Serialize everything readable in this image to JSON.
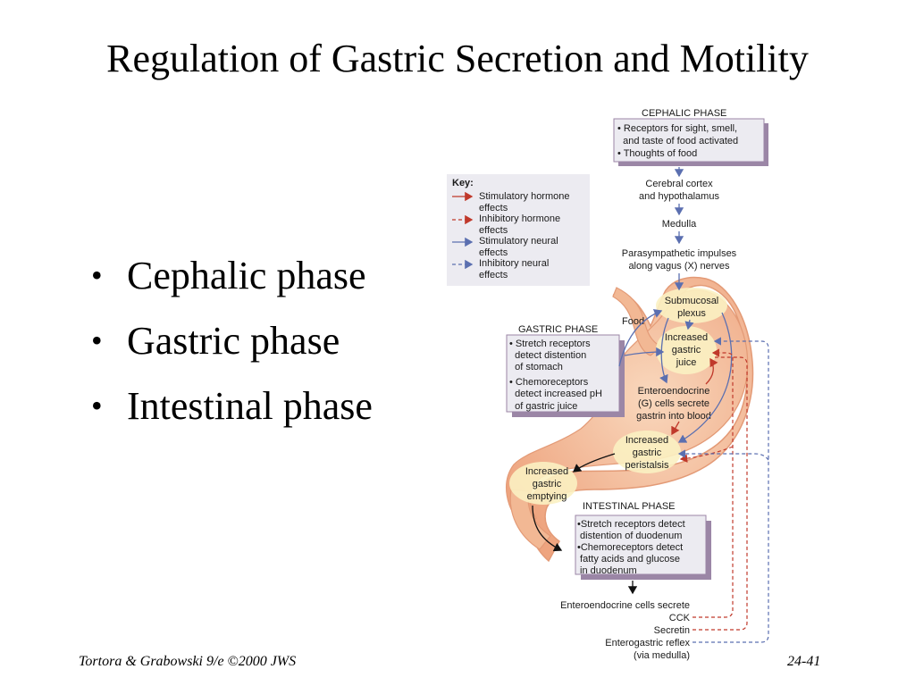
{
  "slide": {
    "title": "Regulation of Gastric Secretion and Motility",
    "bullets": [
      "Cephalic phase",
      "Gastric phase",
      "Intestinal phase"
    ],
    "footer_left": "Tortora & Grabowski 9/e ©2000 JWS",
    "footer_right": "24-41"
  },
  "diagram": {
    "cephalic": {
      "heading": "CEPHALIC PHASE",
      "lines": [
        "• Receptors for sight, smell,",
        "  and taste of food activated",
        "• Thoughts of food"
      ]
    },
    "cortex": [
      "Cerebral cortex",
      "and hypothalamus"
    ],
    "medulla": "Medulla",
    "parasympathetic": [
      "Parasympathetic impulses",
      "along vagus (X) nerves"
    ],
    "key": {
      "title": "Key:",
      "items": [
        {
          "label": [
            "Stimulatory hormone",
            "effects"
          ],
          "color": "#c0392b",
          "dashed": false
        },
        {
          "label": [
            "Inhibitory hormone",
            "effects"
          ],
          "color": "#c0392b",
          "dashed": true
        },
        {
          "label": [
            "Stimulatory neural",
            "effects"
          ],
          "color": "#5b6fb0",
          "dashed": false
        },
        {
          "label": [
            "Inhibitory neural",
            "effects"
          ],
          "color": "#5b6fb0",
          "dashed": true
        }
      ]
    },
    "submucosal": [
      "Submucosal",
      "plexus"
    ],
    "food": "Food",
    "gastric": {
      "heading": "GASTRIC PHASE",
      "lines": [
        "• Stretch receptors",
        "  detect distention",
        "  of stomach",
        "• Chemoreceptors",
        "  detect increased pH",
        "  of gastric juice"
      ]
    },
    "increased_juice": [
      "Increased",
      "gastric",
      "juice"
    ],
    "enteroendocrine_g": [
      "Enteroendocrine",
      "(G) cells secrete",
      "gastrin into blood"
    ],
    "increased_peristalsis": [
      "Increased",
      "gastric",
      "peristalsis"
    ],
    "increased_emptying": [
      "Increased",
      "gastric",
      "emptying"
    ],
    "intestinal": {
      "heading": "INTESTINAL PHASE",
      "lines": [
        "•Stretch receptors detect",
        " distention of duodenum",
        "•Chemoreceptors detect",
        " fatty acids and glucose",
        " in duodenum"
      ]
    },
    "enteroendocrine_secrete": "Enteroendocrine cells secrete",
    "cck": "CCK",
    "secretin": "Secretin",
    "enterogastric": [
      "Enterogastric reflex",
      "(via medulla)"
    ],
    "colors": {
      "stomach": "#f2b894",
      "stomach_edge": "#e39a76",
      "box_fill": "#ecebf1",
      "box_shadow": "#9b86a6",
      "glow": "#fbf1c2",
      "red": "#c0392b",
      "blue": "#5b6fb0"
    }
  }
}
